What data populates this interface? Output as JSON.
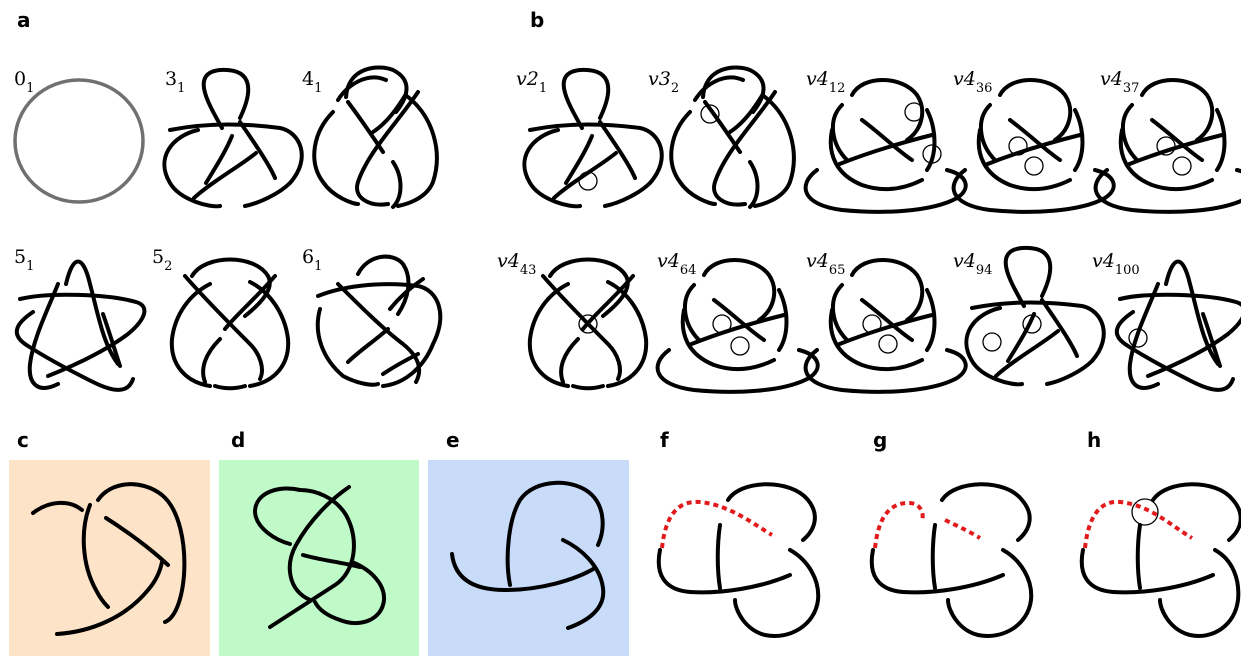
{
  "panels": {
    "a": "a",
    "b": "b",
    "c": "c",
    "d": "d",
    "e": "e",
    "f": "f",
    "g": "g",
    "h": "h"
  },
  "classical_knots": [
    {
      "base": "0",
      "sub": "1"
    },
    {
      "base": "3",
      "sub": "1"
    },
    {
      "base": "4",
      "sub": "1"
    },
    {
      "base": "5",
      "sub": "1"
    },
    {
      "base": "5",
      "sub": "2"
    },
    {
      "base": "6",
      "sub": "1"
    }
  ],
  "virtual_knots": [
    {
      "base": "v2",
      "sub": "1"
    },
    {
      "base": "v3",
      "sub": "2"
    },
    {
      "base": "v4",
      "sub": "12"
    },
    {
      "base": "v4",
      "sub": "36"
    },
    {
      "base": "v4",
      "sub": "37"
    },
    {
      "base": "v4",
      "sub": "43"
    },
    {
      "base": "v4",
      "sub": "64"
    },
    {
      "base": "v4",
      "sub": "65"
    },
    {
      "base": "v4",
      "sub": "94"
    },
    {
      "base": "v4",
      "sub": "100"
    }
  ],
  "colors": {
    "unknot_stroke": "#707070",
    "panel_c_bg": "#fde3c8",
    "panel_d_bg": "#c0fac8",
    "panel_e_bg": "#c8dcfa",
    "removed_strand": "#e31a1c"
  }
}
